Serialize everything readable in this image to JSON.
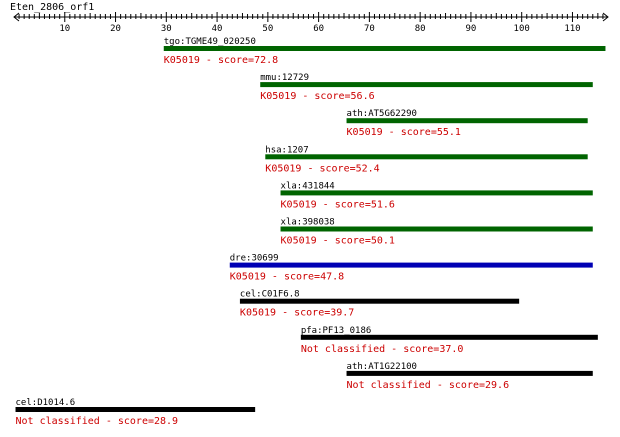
{
  "query_name": "Eten_2806_orf1",
  "axis": {
    "min": 0,
    "max": 117,
    "tick_labels": [
      "10",
      "20",
      "30",
      "40",
      "50",
      "60",
      "70",
      "80",
      "90",
      "100",
      "110"
    ],
    "tick_values": [
      10,
      20,
      30,
      40,
      50,
      60,
      70,
      80,
      90,
      100,
      110
    ]
  },
  "colors": {
    "strong": "#006400",
    "medium": "#0000b4",
    "weak": "#000000",
    "annotation": "#cc0000"
  },
  "hits": [
    {
      "name": "tgo:TGME49_020250",
      "annotation": "K05019 - score=72.8",
      "start": 29.5,
      "end": 116.5,
      "color": "strong"
    },
    {
      "name": "mmu:12729",
      "annotation": "K05019 - score=56.6",
      "start": 48.5,
      "end": 114,
      "color": "strong"
    },
    {
      "name": "ath:AT5G62290",
      "annotation": "K05019 - score=55.1",
      "start": 65.5,
      "end": 113,
      "color": "strong"
    },
    {
      "name": "hsa:1207",
      "annotation": "K05019 - score=52.4",
      "start": 49.5,
      "end": 113,
      "color": "strong"
    },
    {
      "name": "xla:431844",
      "annotation": "K05019 - score=51.6",
      "start": 52.5,
      "end": 114,
      "color": "strong"
    },
    {
      "name": "xla:398038",
      "annotation": "K05019 - score=50.1",
      "start": 52.5,
      "end": 114,
      "color": "strong"
    },
    {
      "name": "dre:30699",
      "annotation": "K05019 - score=47.8",
      "start": 42.5,
      "end": 114,
      "color": "medium"
    },
    {
      "name": "cel:C01F6.8",
      "annotation": "K05019 - score=39.7",
      "start": 44.5,
      "end": 99.5,
      "color": "weak"
    },
    {
      "name": "pfa:PF13_0186",
      "annotation": "Not classified - score=37.0",
      "start": 56.5,
      "end": 115,
      "color": "weak"
    },
    {
      "name": "ath:AT1G22100",
      "annotation": "Not classified - score=29.6",
      "start": 65.5,
      "end": 114,
      "color": "weak"
    },
    {
      "name": "cel:D1014.6",
      "annotation": "Not classified - score=28.9",
      "start": 0.3,
      "end": 47.5,
      "color": "weak"
    }
  ]
}
